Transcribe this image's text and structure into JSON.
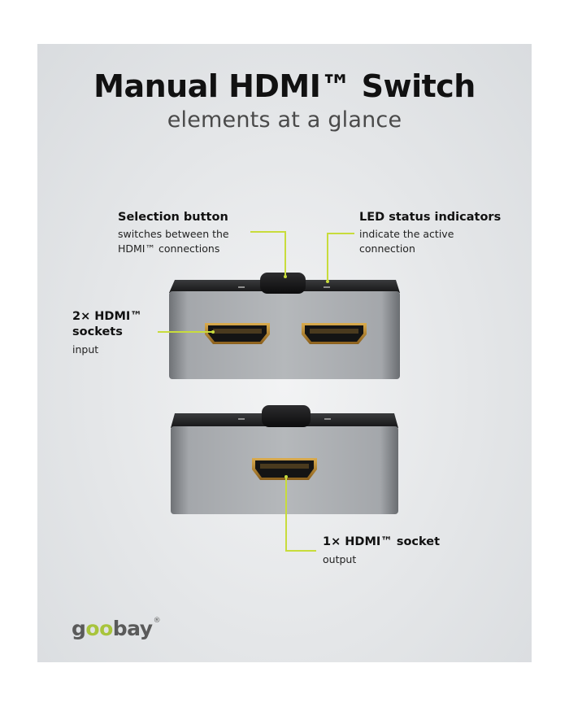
{
  "header": {
    "title": "Manual HDMI™ Switch",
    "subtitle": "elements at a glance"
  },
  "callouts": {
    "selection_button": {
      "title": "Selection button",
      "desc_line1": "switches between the",
      "desc_line2": "HDMI™ connections"
    },
    "led_indicators": {
      "title": "LED status indicators",
      "desc_line1": "indicate the active",
      "desc_line2": "connection"
    },
    "input_sockets": {
      "title_line1": "2× HDMI™",
      "title_line2": "sockets",
      "desc": "input"
    },
    "output_socket": {
      "title": "1× HDMI™ socket",
      "desc": "output"
    }
  },
  "brand": {
    "prefix": "g",
    "middle": "oo",
    "suffix": "bay",
    "mark": "®"
  },
  "colors": {
    "accent_line": "#c8dc3c",
    "brand_green": "#a8c43c",
    "device_body": "#8c8f93",
    "device_top": "#1c1c1c",
    "hdmi_port_gold": "#b8862c"
  },
  "icons": {
    "device_upper": "hdmi-switch-front-view",
    "device_lower": "hdmi-switch-rear-view"
  }
}
